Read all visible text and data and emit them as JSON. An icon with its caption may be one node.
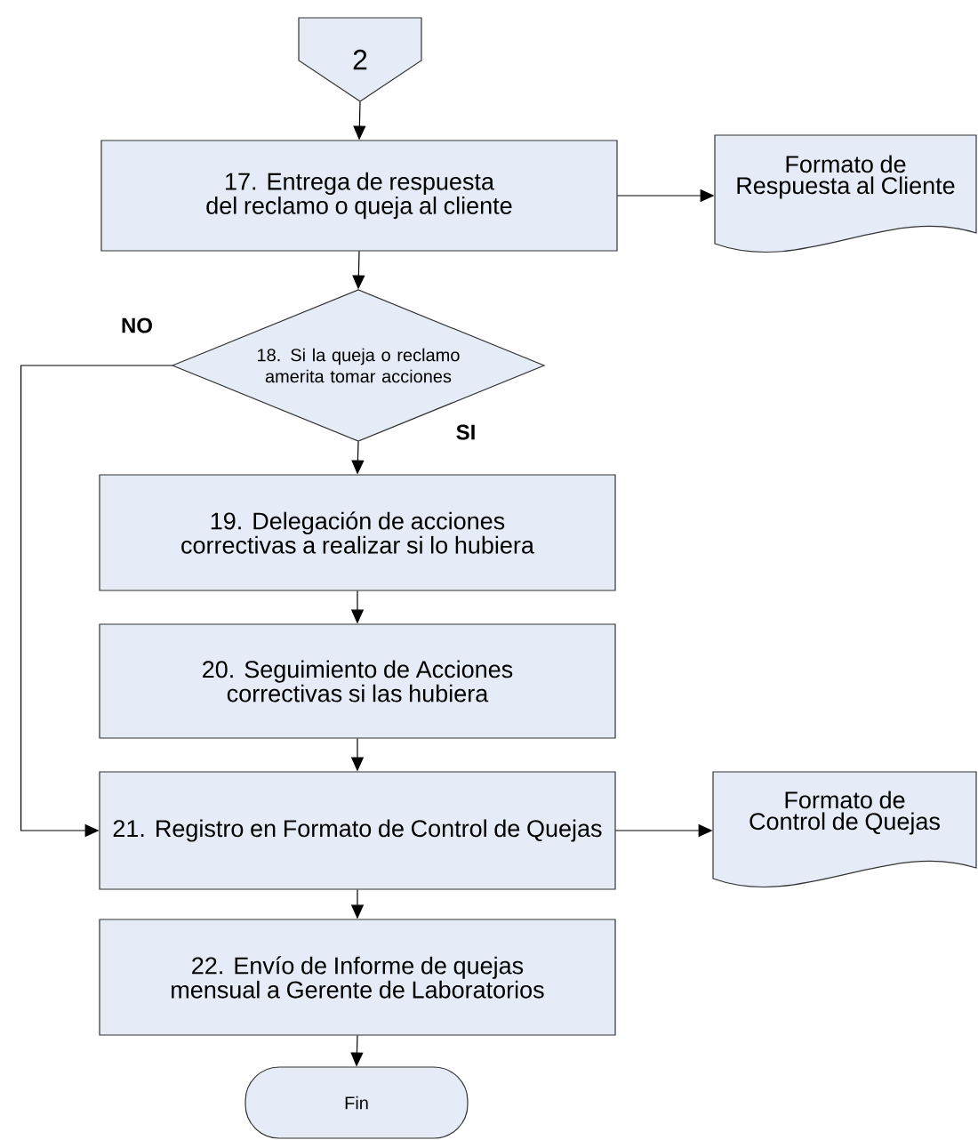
{
  "diagram": {
    "nodes": [
      {
        "text": [
          "2"
        ]
      },
      {
        "text": [
          "17. Entrega de respuesta del reclamo o queja al cliente"
        ]
      },
      {
        "text": [
          "Formato de Respuesta al Cliente"
        ]
      },
      {
        "text": [
          "18. Si la queja o reclamo amerita tomar acciones"
        ]
      },
      {
        "text": [
          "19. Delegación de acciones correctivas a realizar si lo hubiera"
        ]
      },
      {
        "text": [
          "20. Seguimiento de Acciones correctivas si las hubiera"
        ]
      },
      {
        "text": [
          "21. Registro en Formato de Control de Quejas"
        ]
      },
      {
        "text": [
          "Formato de Control de Quejas"
        ]
      },
      {
        "text": [
          "22. Envío de Informe de quejas mensual a Gerente de Laboratorios"
        ]
      },
      {
        "text": [
          "Fin"
        ]
      }
    ],
    "edges": [
      {
        "from": 0,
        "to": 1,
        "arrow": "to"
      },
      {
        "from": 1,
        "to": 2,
        "arrow": "to"
      },
      {
        "from": 1,
        "to": 3,
        "arrow": "to"
      },
      {
        "from": 3,
        "to": 4,
        "arrow": "to",
        "label": "SI"
      },
      {
        "from": 4,
        "to": 5,
        "arrow": "to"
      },
      {
        "from": 5,
        "to": 6,
        "arrow": "to"
      },
      {
        "from": 3,
        "to": 6,
        "arrow": "to",
        "label": "NO"
      },
      {
        "from": 6,
        "to": 7,
        "arrow": "to"
      },
      {
        "from": 6,
        "to": 8,
        "arrow": "to"
      },
      {
        "from": 8,
        "to": 9,
        "arrow": "to"
      }
    ]
  }
}
